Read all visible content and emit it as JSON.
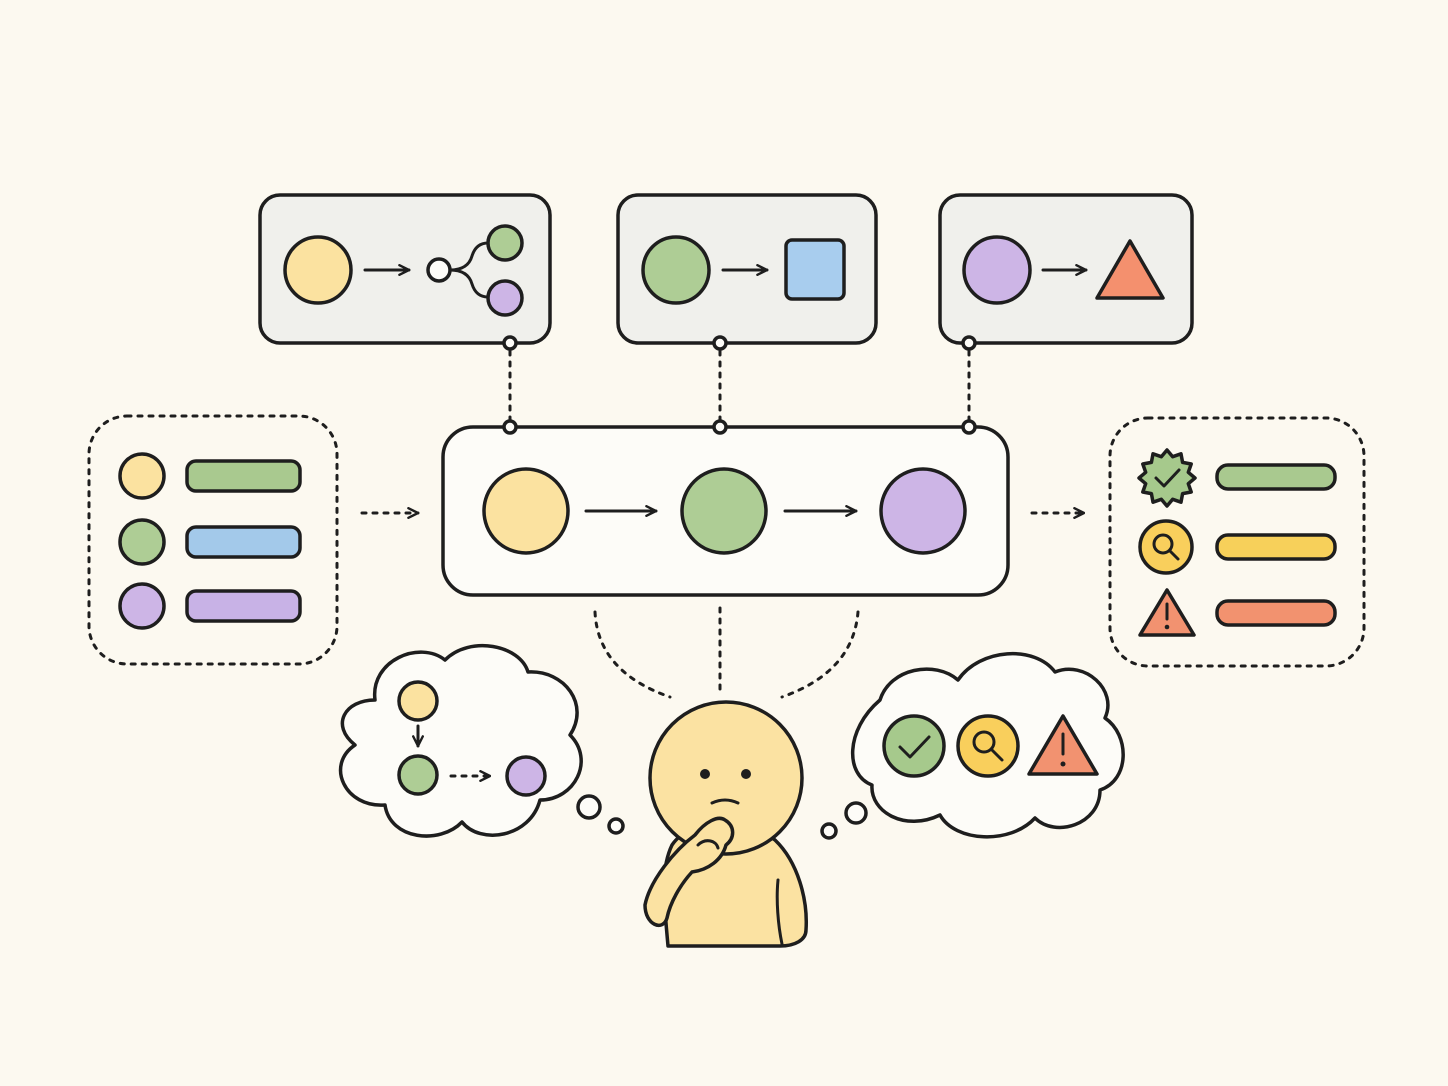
{
  "colors": {
    "background": "#fcf9f0",
    "stroke": "#1e1e1e",
    "panel_fill": "#f0f0ec",
    "main_fill": "#fdfcf8",
    "yellow": "#fbe2a0",
    "green": "#aecd95",
    "purple": "#cdb5e6",
    "blue": "#a8cdee",
    "orange": "#f4906e",
    "bar_green": "#a9c98f",
    "bar_blue": "#a3c9ea",
    "bar_purple": "#c8b2e6",
    "bar_yellow": "#f7d05a",
    "bar_orange": "#f2926f",
    "check_green": "#a6c98c",
    "search_yellow": "#f9cf5c",
    "warning_orange": "#f29270",
    "skin": "#fbe2a2"
  },
  "diagram": {
    "top_panels": [
      {
        "name": "branch-transform",
        "input": "yellow-circle",
        "output": "branch-icon"
      },
      {
        "name": "shape-transform",
        "input": "green-circle",
        "output": "blue-square"
      },
      {
        "name": "shape-transform",
        "input": "purple-circle",
        "output": "orange-triangle"
      }
    ],
    "main_pipeline": {
      "nodes": [
        "yellow",
        "green",
        "purple"
      ]
    },
    "input_list": {
      "rows": [
        {
          "dot": "yellow",
          "bar": "green"
        },
        {
          "dot": "green",
          "bar": "blue"
        },
        {
          "dot": "purple",
          "bar": "purple"
        }
      ]
    },
    "output_list": {
      "rows": [
        {
          "icon": "check-badge-icon",
          "bar": "green"
        },
        {
          "icon": "search-icon",
          "bar": "yellow"
        },
        {
          "icon": "warning-icon",
          "bar": "orange"
        }
      ]
    },
    "thoughts": {
      "left": {
        "content": "flow-sketch",
        "nodes": [
          "yellow",
          "green",
          "purple"
        ]
      },
      "right": {
        "icons": [
          "check-icon",
          "search-icon",
          "warning-icon"
        ]
      }
    },
    "person": {
      "pose": "thinking",
      "icon": "thinking-person-icon"
    }
  }
}
